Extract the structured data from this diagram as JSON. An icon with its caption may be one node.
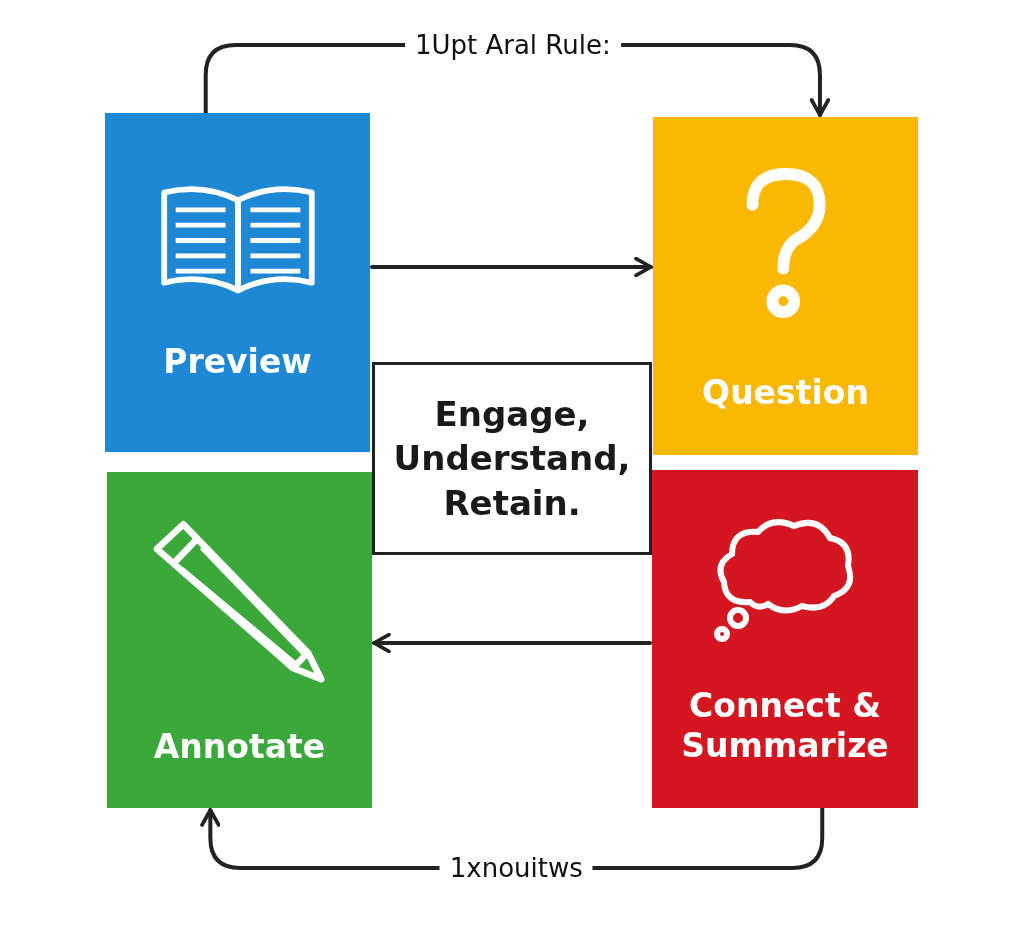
{
  "diagram": {
    "nodes": [
      {
        "text": [
          "Preview"
        ]
      },
      {
        "text": [
          "Question"
        ]
      },
      {
        "text": [
          "Engage, Understand, Retain."
        ]
      },
      {
        "text": [
          "Annotate"
        ]
      },
      {
        "text": [
          "Connect & Summarize"
        ]
      }
    ],
    "edges": [
      {
        "from": 0,
        "to": 1,
        "arrow": "to",
        "label": "1Upt Aral Rule:"
      },
      {
        "from": 0,
        "to": 1,
        "arrow": "to"
      },
      {
        "from": 4,
        "to": 3,
        "arrow": "to"
      },
      {
        "from": 4,
        "to": 3,
        "arrow": "to",
        "label": "1xnouitws"
      }
    ]
  }
}
